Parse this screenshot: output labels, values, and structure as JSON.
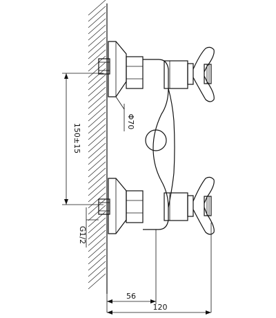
{
  "dimensions": {
    "width_overall": "120",
    "width_to_axis": "56",
    "center_distance": "150±15",
    "flange_diameter": "Φ70",
    "thread": "G1/2"
  }
}
